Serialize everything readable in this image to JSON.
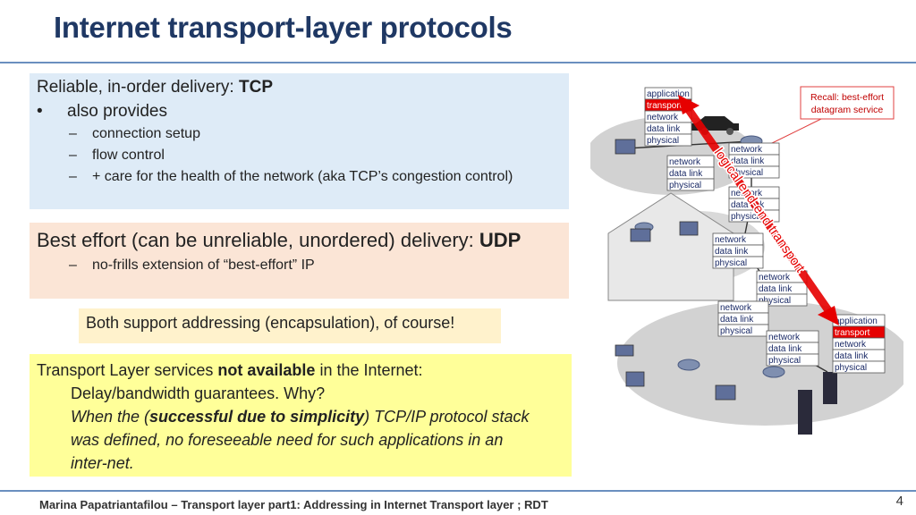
{
  "slide": {
    "title": "Internet transport-layer protocols",
    "footer": "Marina Papatriantafilou –  Transport layer part1: Addressing in Internet Transport layer ; RDT",
    "page_number": "4"
  },
  "tcp_box": {
    "line_prefix": "Reliable, in-order delivery: ",
    "line_bold": "TCP",
    "bullet": "•",
    "also": "also provides",
    "dash": "–",
    "items": [
      "connection setup",
      "flow control",
      "+ care for the health of the network (aka TCP’s congestion control)"
    ]
  },
  "udp_box": {
    "line_prefix": "Best effort (can be unreliable, unordered) delivery: ",
    "line_bold": "UDP",
    "dash": "–",
    "item": "no-frills extension of “best-effort” IP"
  },
  "both_box": {
    "text": "Both support addressing (encapsulation), of course!"
  },
  "services_box": {
    "line1_prefix": "Transport Layer services ",
    "line1_bold": "not available",
    "line1_suffix": " in the Internet:",
    "line2": "Delay/bandwidth guarantees. Why?",
    "line3_prefix": "When the (",
    "line3_bold": "successful due to simplicity",
    "line3_suffix": ") TCP/IP protocol stack",
    "line4": "was defined, no foreseeable need for such applications in an",
    "line5": "inter-net."
  },
  "diagram": {
    "callout": [
      "Recall: best-effort",
      "datagram service"
    ],
    "arrow_label": "logical end-end transport",
    "layers": {
      "application": "application",
      "transport": "transport",
      "network": "network",
      "data_link": "data link",
      "physical": "physical"
    },
    "colors": {
      "highlight": "#e60000",
      "callout_border": "#e04040",
      "cloud": "#c7c7c7"
    }
  }
}
